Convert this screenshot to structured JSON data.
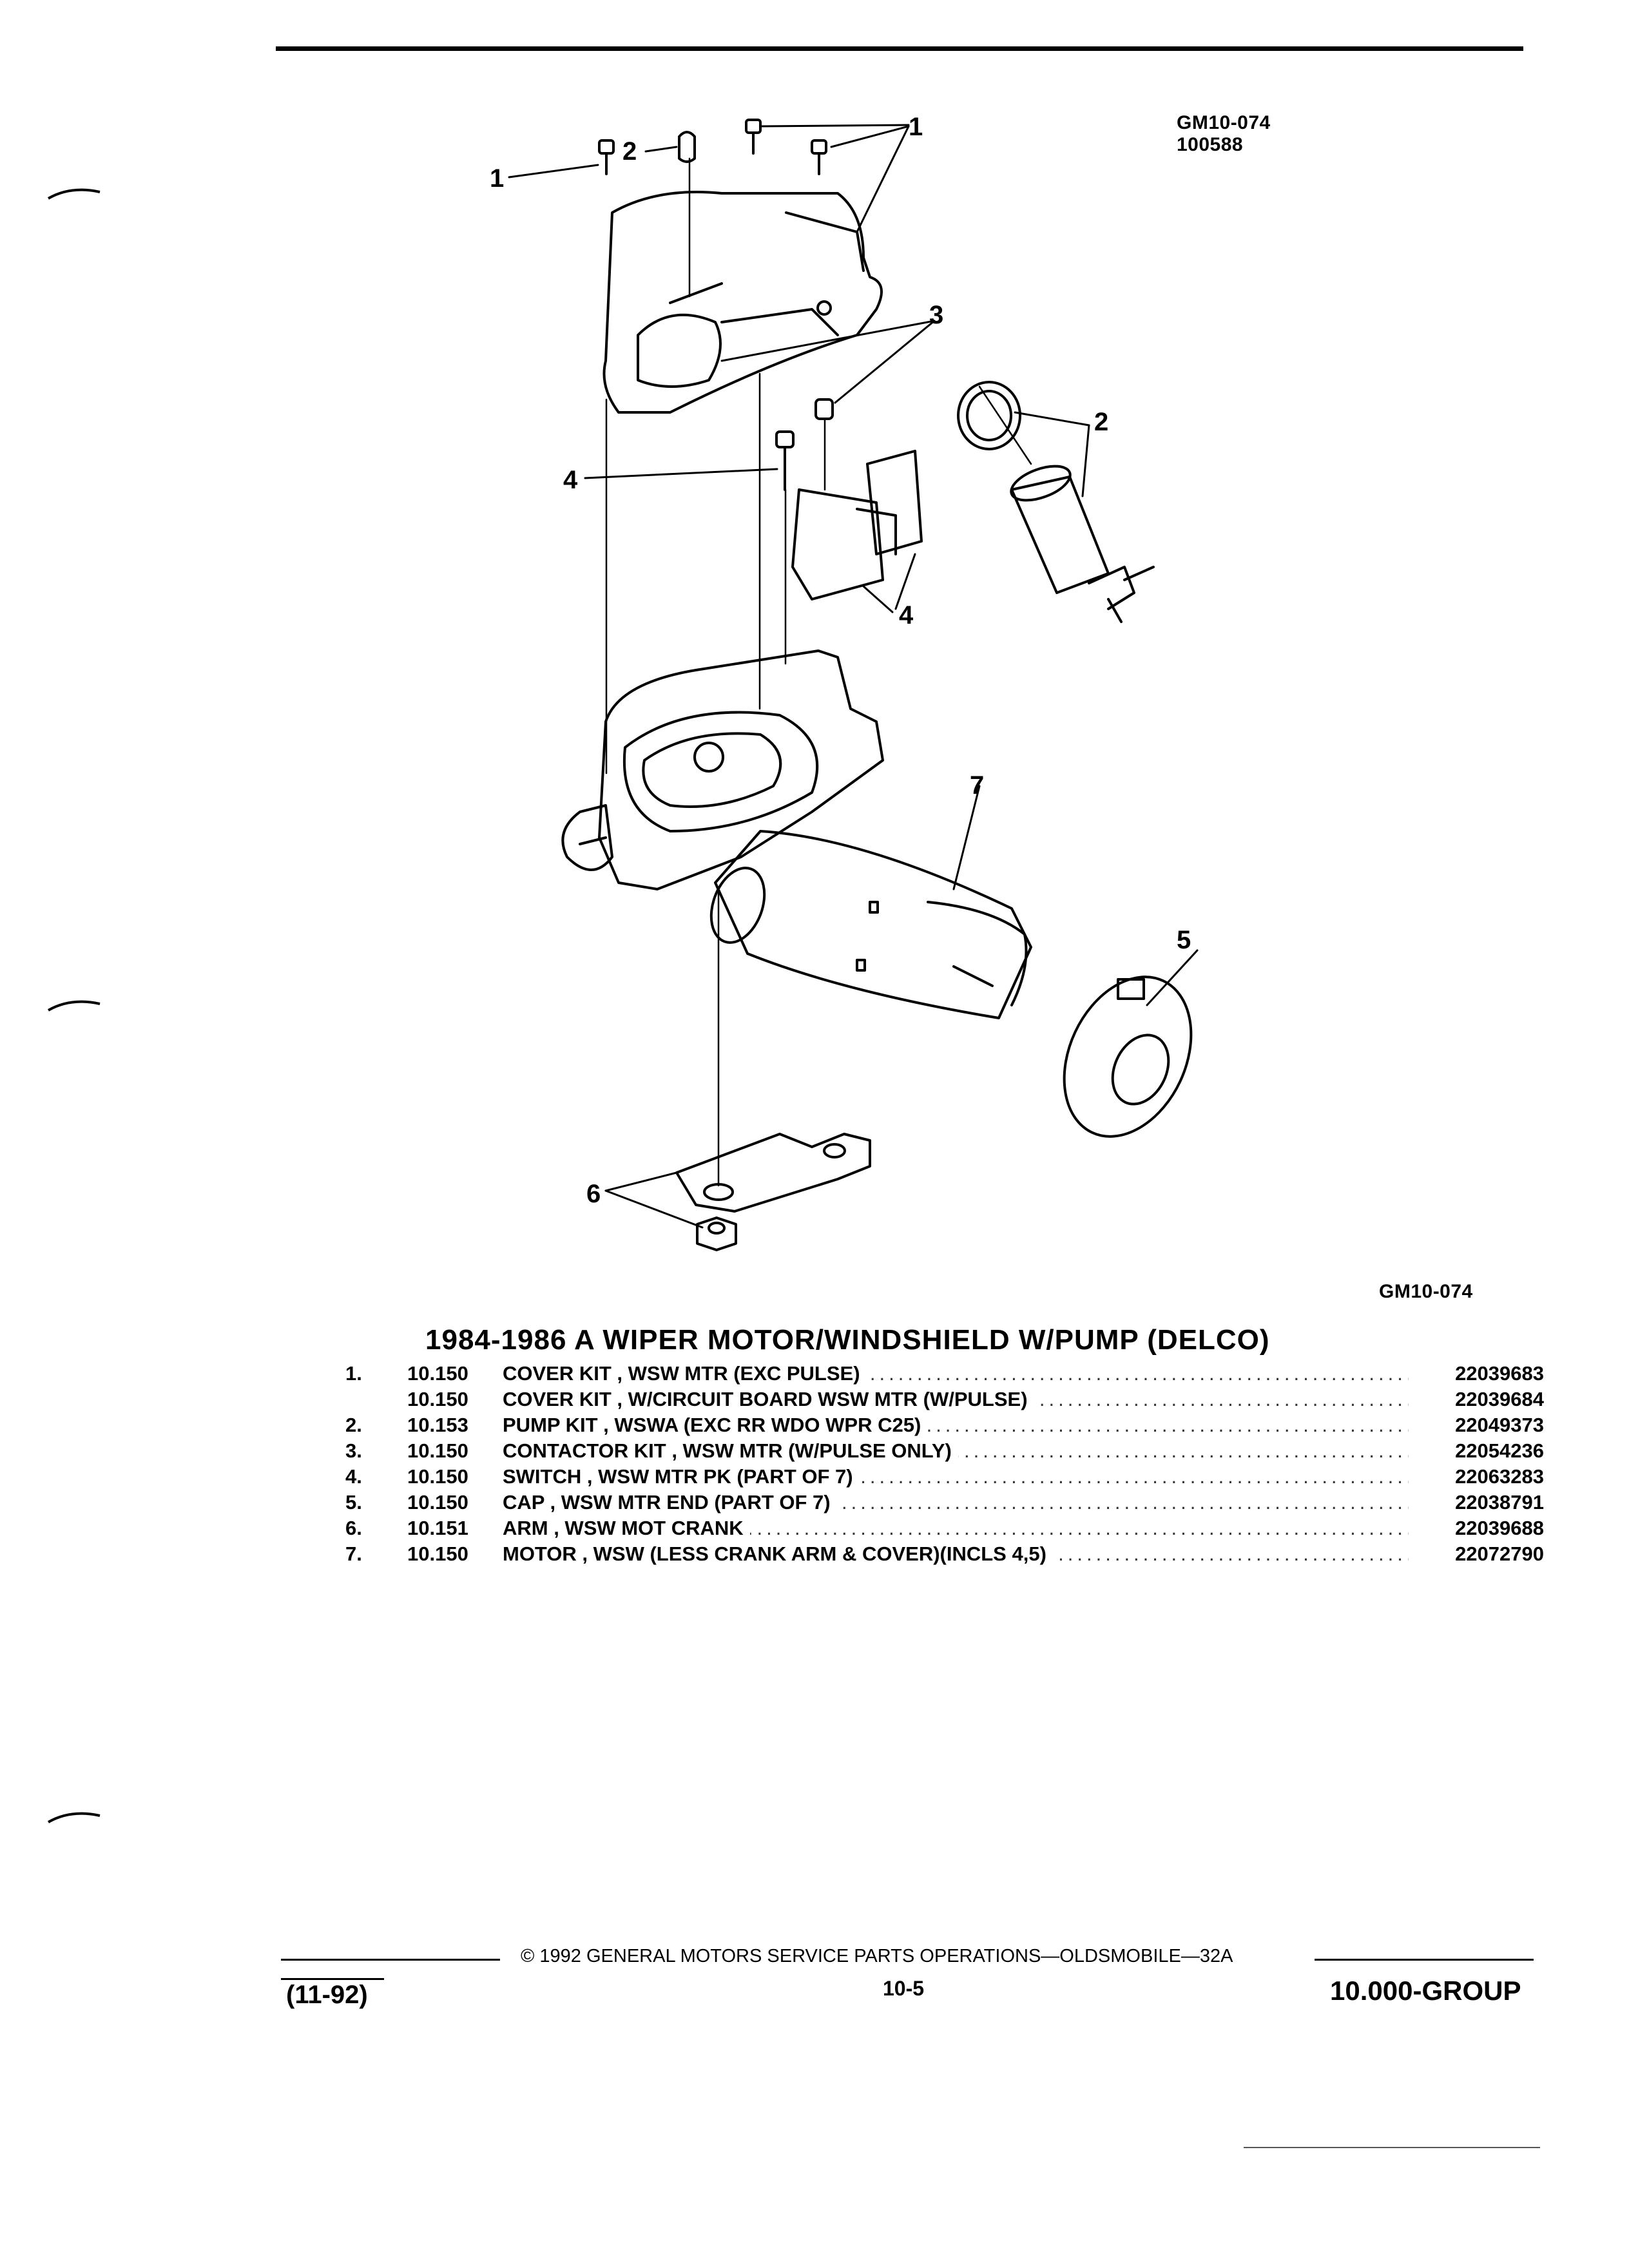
{
  "header": {
    "figure_code": "GM10-074",
    "figure_date_code": "100588"
  },
  "figure": {
    "callouts": [
      "1",
      "2",
      "1",
      "1",
      "3",
      "2",
      "4",
      "4",
      "7",
      "5",
      "6"
    ],
    "bottom_code": "GM10-074"
  },
  "section": {
    "title": "1984-1986 A WIPER MOTOR/WINDSHIELD W/PUMP (DELCO)"
  },
  "parts": [
    {
      "index": "1.",
      "group": "10.150",
      "description": "COVER KIT , WSW MTR (EXC PULSE)",
      "part_number": "22039683"
    },
    {
      "index": "",
      "group": "10.150",
      "description": "COVER KIT , W/CIRCUIT BOARD WSW MTR (W/PULSE)",
      "part_number": "22039684"
    },
    {
      "index": "2.",
      "group": "10.153",
      "description": "PUMP KIT , WSWA (EXC RR WDO WPR C25)",
      "part_number": "22049373"
    },
    {
      "index": "3.",
      "group": "10.150",
      "description": "CONTACTOR KIT , WSW MTR (W/PULSE ONLY)",
      "part_number": "22054236"
    },
    {
      "index": "4.",
      "group": "10.150",
      "description": "SWITCH , WSW MTR PK (PART OF 7)",
      "part_number": "22063283"
    },
    {
      "index": "5.",
      "group": "10.150",
      "description": "CAP , WSW MTR END (PART OF 7)",
      "part_number": "22038791"
    },
    {
      "index": "6.",
      "group": "10.151",
      "description": "ARM , WSW MOT CRANK",
      "part_number": "22039688"
    },
    {
      "index": "7.",
      "group": "10.150",
      "description": "MOTOR , WSW (LESS CRANK ARM & COVER)(INCLS 4,5)",
      "part_number": "22072790"
    }
  ],
  "footer": {
    "copyright": "© 1992 GENERAL MOTORS SERVICE PARTS OPERATIONS—OLDSMOBILE—32A",
    "revision": "(11-92)",
    "page": "10-5",
    "group": "10.000-GROUP"
  }
}
